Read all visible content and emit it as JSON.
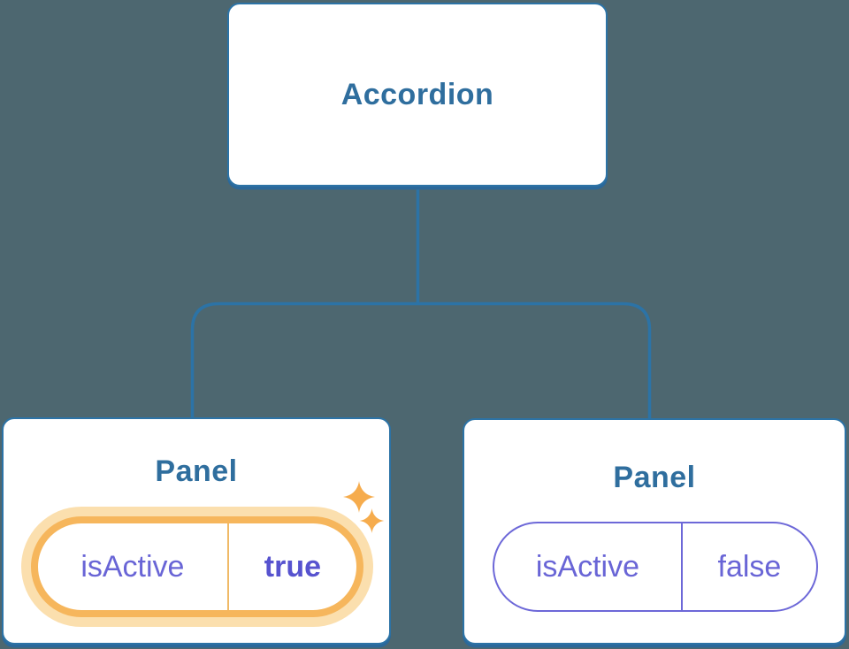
{
  "diagram": {
    "root": {
      "label": "Accordion"
    },
    "children": [
      {
        "label": "Panel",
        "prop_name": "isActive",
        "prop_value": "true",
        "state": "active",
        "decoration": "sparkles"
      },
      {
        "label": "Panel",
        "prop_name": "isActive",
        "prop_value": "false",
        "state": "inactive",
        "decoration": "none"
      }
    ],
    "colors": {
      "background": "#4d6770",
      "node_fill": "#ffffff",
      "node_border": "#2c73a6",
      "node_border_shadow": "#2b689a",
      "node_label_text": "#2f6e9e",
      "connector_line": "#2c73a6",
      "prop_text": "#6965d6",
      "prop_value_active_text": "#5753cf",
      "inactive_pill_border": "#6d68d8",
      "active_ring": "#f6b65c",
      "active_glow": "#fbdfae",
      "active_divider": "#f0ba67",
      "sparkle": "#f6ac4d"
    }
  }
}
